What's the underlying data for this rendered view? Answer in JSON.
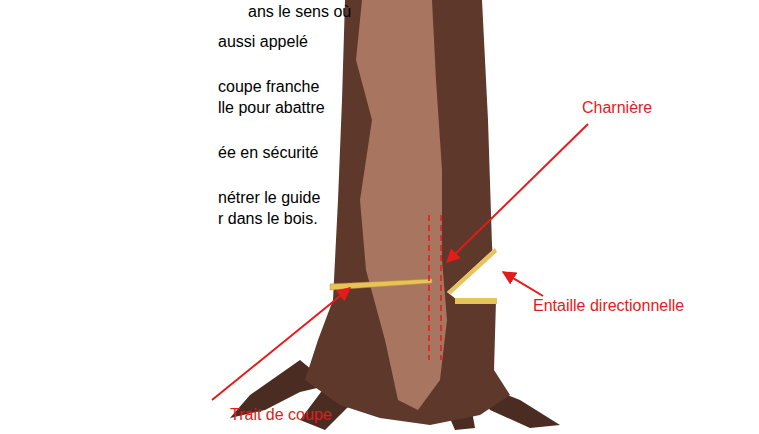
{
  "diagram": {
    "labels": [
      "ans le sens où",
      "aussi appelé",
      "coupe franche",
      "lle pour abattre",
      "ée en sécurité",
      "nétrer le guide",
      "r dans le bois.",
      "Charnière",
      "Entaille directionnelle",
      "Trait de coupe"
    ]
  }
}
